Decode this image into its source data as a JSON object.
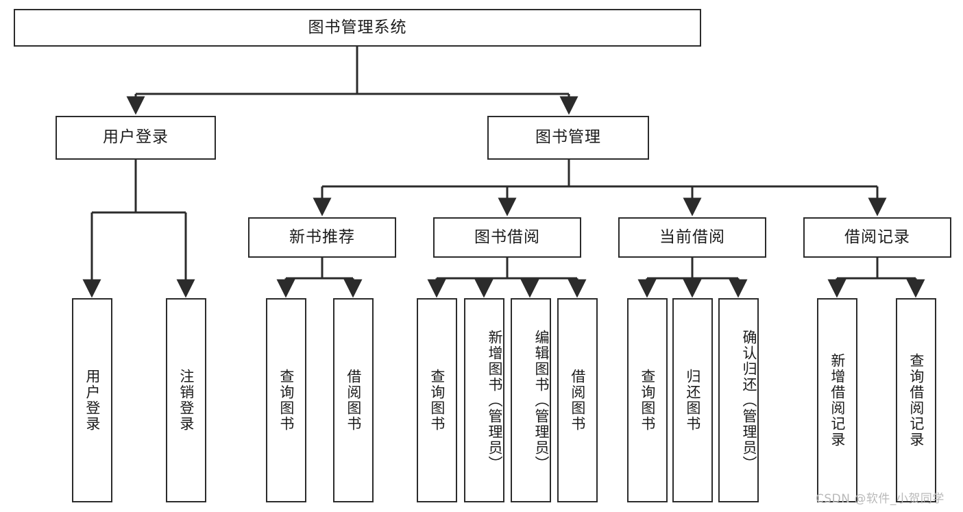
{
  "diagram": {
    "title": "图书管理系统",
    "type": "tree-hierarchy",
    "root": {
      "label": "图书管理系统"
    },
    "level2": [
      {
        "label": "用户登录"
      },
      {
        "label": "图书管理"
      }
    ],
    "level3": [
      {
        "label": "新书推荐"
      },
      {
        "label": "图书借阅"
      },
      {
        "label": "当前借阅"
      },
      {
        "label": "借阅记录"
      }
    ],
    "leaves": {
      "user_login": [
        {
          "label": "用户登录"
        },
        {
          "label": "注销登录"
        }
      ],
      "new_book_recommend": [
        {
          "label": "查询图书"
        },
        {
          "label": "借阅图书"
        }
      ],
      "book_borrow": [
        {
          "label": "查询图书"
        },
        {
          "label": "新增图书（管理员）"
        },
        {
          "label": "编辑图书（管理员）"
        },
        {
          "label": "借阅图书"
        }
      ],
      "current_borrow": [
        {
          "label": "查询图书"
        },
        {
          "label": "归还图书"
        },
        {
          "label": "确认归还（管理员）"
        }
      ],
      "borrow_record": [
        {
          "label": "新增借阅记录"
        },
        {
          "label": "查询借阅记录"
        }
      ]
    }
  },
  "watermark": {
    "text": "CSDN @软件_小贺同学"
  },
  "colors": {
    "border": "#2b2b2b",
    "line": "#2b2b2b",
    "background": "#ffffff",
    "text": "#1b1b1b",
    "watermark": "#b9b9b9"
  }
}
